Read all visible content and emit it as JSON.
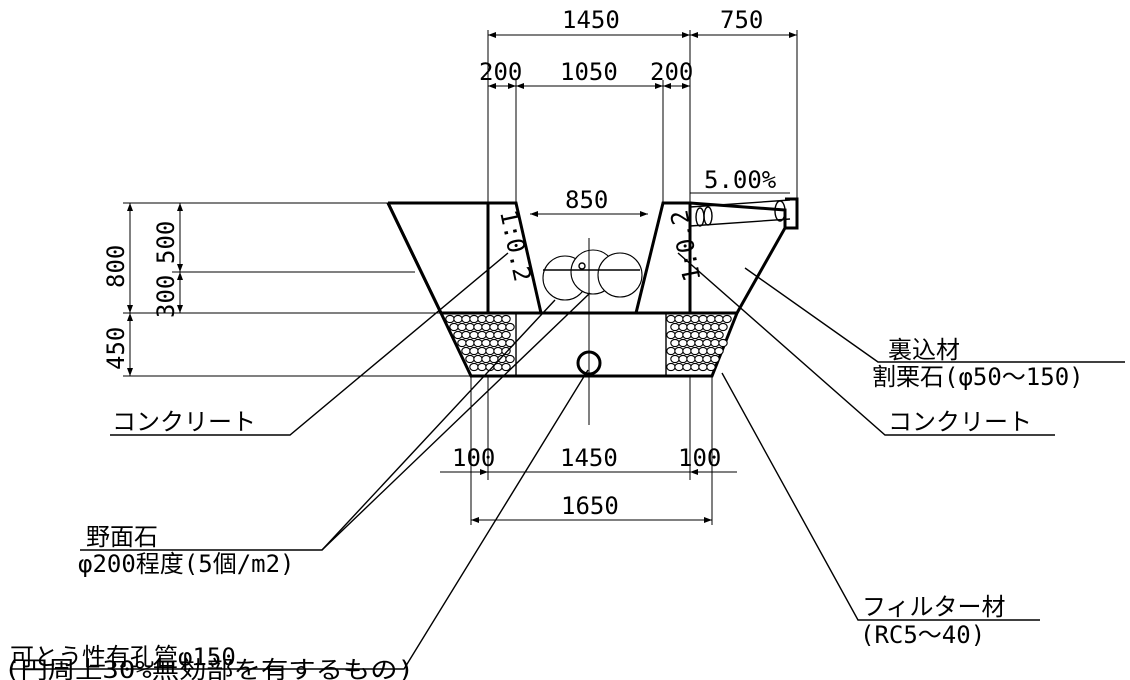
{
  "dimensions": {
    "top_width": "1450",
    "right_extension": "750",
    "wall_left": "200",
    "inner_width": "1050",
    "wall_right": "200",
    "channel_width": "850",
    "slope_pct": "5.00%",
    "height_total": "800",
    "height_upper": "500",
    "height_lower": "300",
    "base_height": "450",
    "wall_slope_left": "1:0.2",
    "wall_slope_right": "1:0.2",
    "base_left": "100",
    "base_mid": "1450",
    "base_right": "100",
    "base_total": "1650"
  },
  "labels": {
    "concrete_left": "コンクリート",
    "concrete_right": "コンクリート",
    "backfill_title": "裏込材",
    "backfill_spec": "割栗石(φ50～150)",
    "stone_title": "野面石",
    "stone_spec": "φ200程度(5個/m2)",
    "filter_title": "フィルター材",
    "filter_spec": "(RC5～40)",
    "pipe_title": "可とう性有孔管φ150",
    "pipe_spec": "(円周上30%無効部を有するもの)"
  }
}
